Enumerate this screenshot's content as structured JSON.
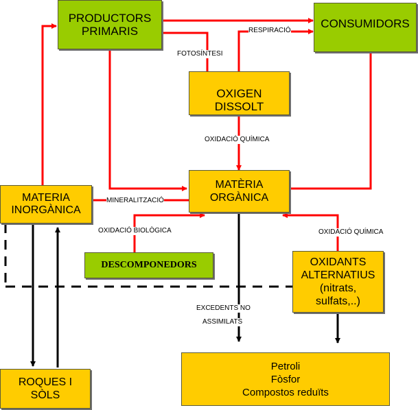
{
  "nodes": {
    "productors_primaris": "PRODUCTORS\nPRIMARIS",
    "consumidors": "CONSUMIDORS",
    "oxigen_dissolt": "OXIGEN\nDISSOLT",
    "materia_inorganica": "MATERIA\nINORGÀNICA",
    "materia_organica": "MATÈRIA\nORGÀNICA",
    "descomponedors": "DESCOMPONEDORS",
    "oxidants_alternatius": "OXIDANTS\nALTERNATIUS\n(nitrats,\nsulfats,..)",
    "roques_sols": "ROQUES I\nSÒLS",
    "petroli": "Petroli\nFòsfor\nCompostos reduïts"
  },
  "edge_labels": {
    "respiracio": "RESPIRACIÓ",
    "fotosintesi": "FOTOSÍNTESI",
    "oxidacio_quimica_1": "OXIDACIÓ QUÍMICA",
    "mineralitzacio": "MINERALITZACIÓ",
    "oxidacio_biologica": "OXIDACIÓ BIOLÒGICA",
    "oxidacio_quimica_2": "OXIDACIÓ QUÍMICA",
    "excedents_1": "EXCEDENTS NO",
    "excedents_2": "ASSIMILATS"
  },
  "colors": {
    "producer": "#99cc00",
    "store": "#ffcc00",
    "flow": "#ff0000",
    "physical": "#000000"
  }
}
